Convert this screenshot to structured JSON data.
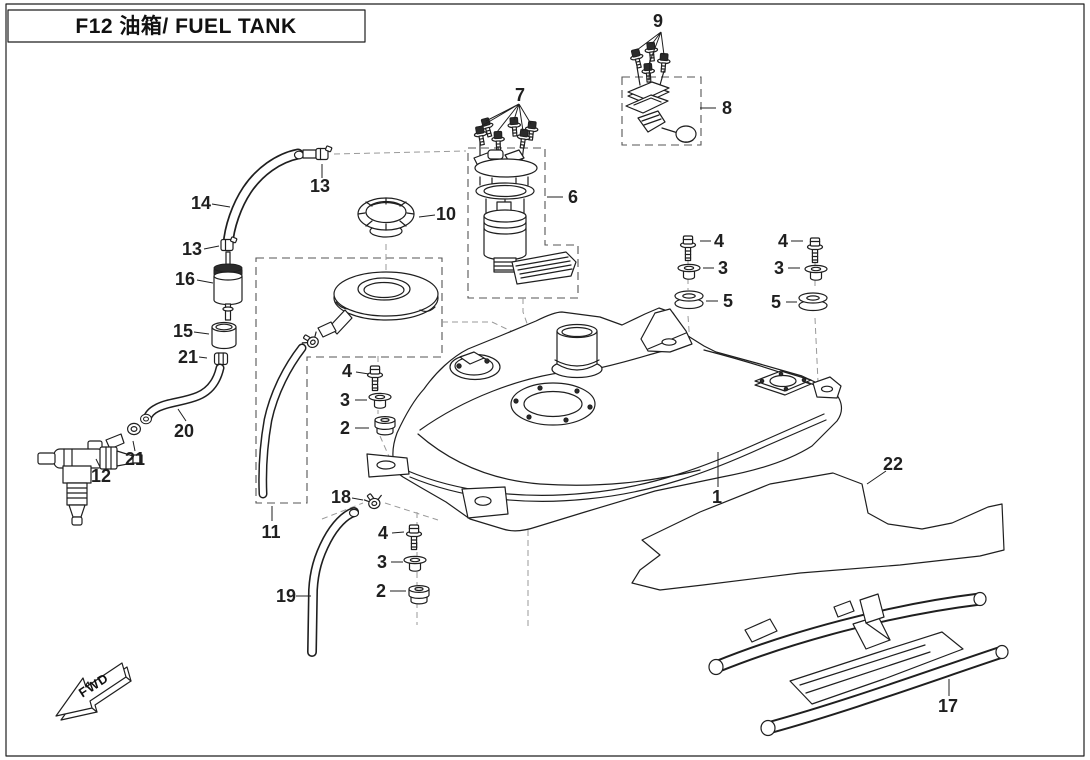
{
  "title": {
    "text": "F12 油箱/ FUEL TANK"
  },
  "fwd_marker": {
    "label": "FWD"
  },
  "diagram": {
    "type": "exploded-parts-diagram",
    "line_color": "#1f1f1f",
    "background": "#ffffff"
  },
  "callouts": [
    {
      "label": "9"
    },
    {
      "label": "8"
    },
    {
      "label": "7"
    },
    {
      "label": "6"
    },
    {
      "label": "13"
    },
    {
      "label": "14"
    },
    {
      "label": "10"
    },
    {
      "label": "13"
    },
    {
      "label": "16"
    },
    {
      "label": "4"
    },
    {
      "label": "3"
    },
    {
      "label": "5"
    },
    {
      "label": "4"
    },
    {
      "label": "3"
    },
    {
      "label": "5"
    },
    {
      "label": "15"
    },
    {
      "label": "21"
    },
    {
      "label": "4"
    },
    {
      "label": "3"
    },
    {
      "label": "2"
    },
    {
      "label": "20"
    },
    {
      "label": "21"
    },
    {
      "label": "12"
    },
    {
      "label": "18"
    },
    {
      "label": "11"
    },
    {
      "label": "1"
    },
    {
      "label": "22"
    },
    {
      "label": "19"
    },
    {
      "label": "4"
    },
    {
      "label": "3"
    },
    {
      "label": "2"
    },
    {
      "label": "17"
    }
  ]
}
